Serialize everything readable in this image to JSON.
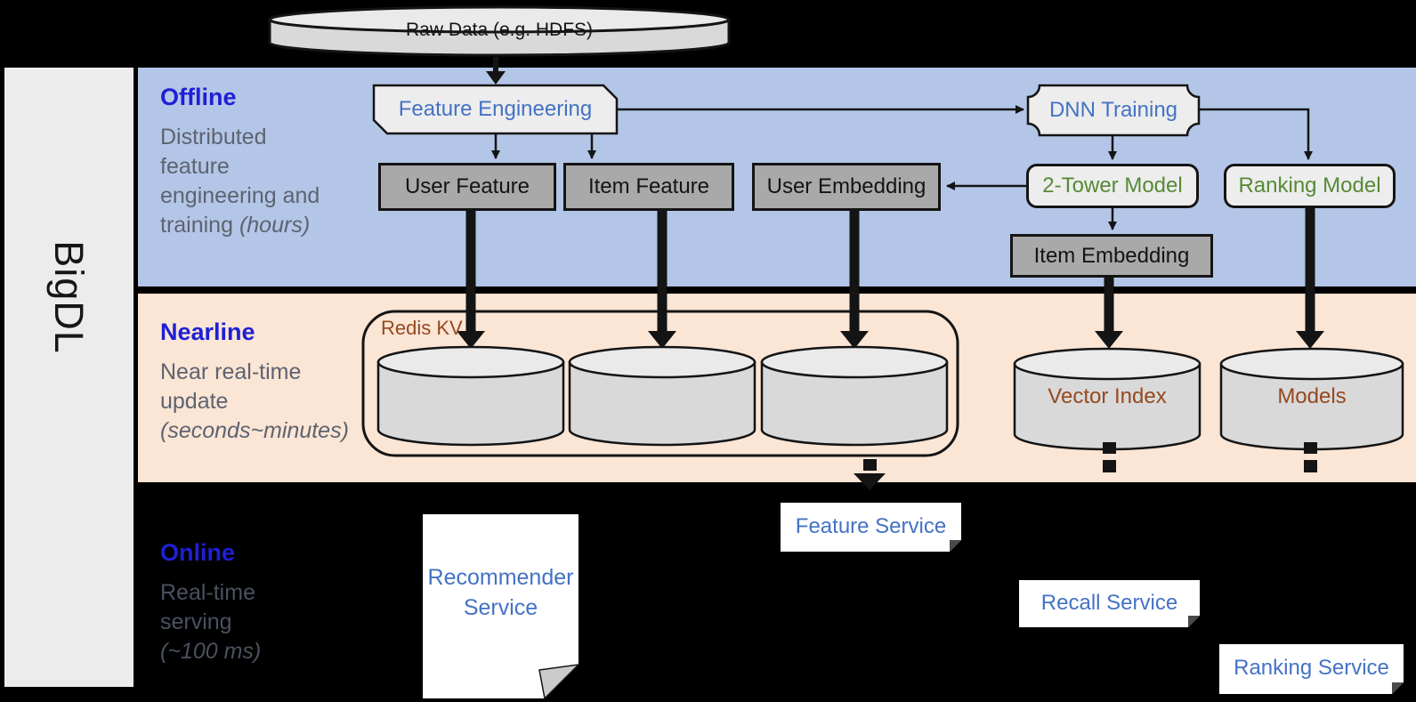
{
  "brand": {
    "vertical_label": "BigDL"
  },
  "sections": {
    "offline": {
      "title": "Offline",
      "desc_line1": "Distributed",
      "desc_line2": "feature",
      "desc_line3": "engineering and",
      "desc_line4_regular": "training ",
      "desc_line4_italic": "(hours)"
    },
    "nearline": {
      "title": "Nearline",
      "desc_line1": "Near real-time",
      "desc_line2": "update",
      "desc_line3_italic": "(seconds~minutes)"
    },
    "online": {
      "title": "Online",
      "desc_line1": "Real-time",
      "desc_line2": "serving",
      "desc_line3_italic": "(~100 ms)"
    }
  },
  "nodes": {
    "raw_data": "Raw Data (e.g. HDFS)",
    "feature_engineering": "Feature Engineering",
    "dnn_training": "DNN Training",
    "user_feature": "User Feature",
    "item_feature": "Item Feature",
    "user_embedding": "User Embedding",
    "two_tower_model": "2-Tower Model",
    "ranking_model": "Ranking Model",
    "item_embedding": "Item Embedding",
    "redis_kv": "Redis KV",
    "vector_index": "Vector Index",
    "models": "Models",
    "feature_service": "Feature Service",
    "recall_service": "Recall Service",
    "ranking_service": "Ranking Service",
    "recommender_service_line1": "Recommender",
    "recommender_service_line2": "Service"
  },
  "colors": {
    "band_offline": "#b3c6e7",
    "band_nearline": "#fbe5d5",
    "background_online": "#000000",
    "sidebar_gray": "#ececec",
    "heading_blue": "#1e1fd6",
    "node_text_blue": "#4472c4",
    "model_text_green": "#568a35",
    "storage_text_brown": "#95491f",
    "gray_box_fill": "#a9a9a9",
    "light_box_fill": "#ededed",
    "cylinder_fill": "#d9d9d9"
  }
}
